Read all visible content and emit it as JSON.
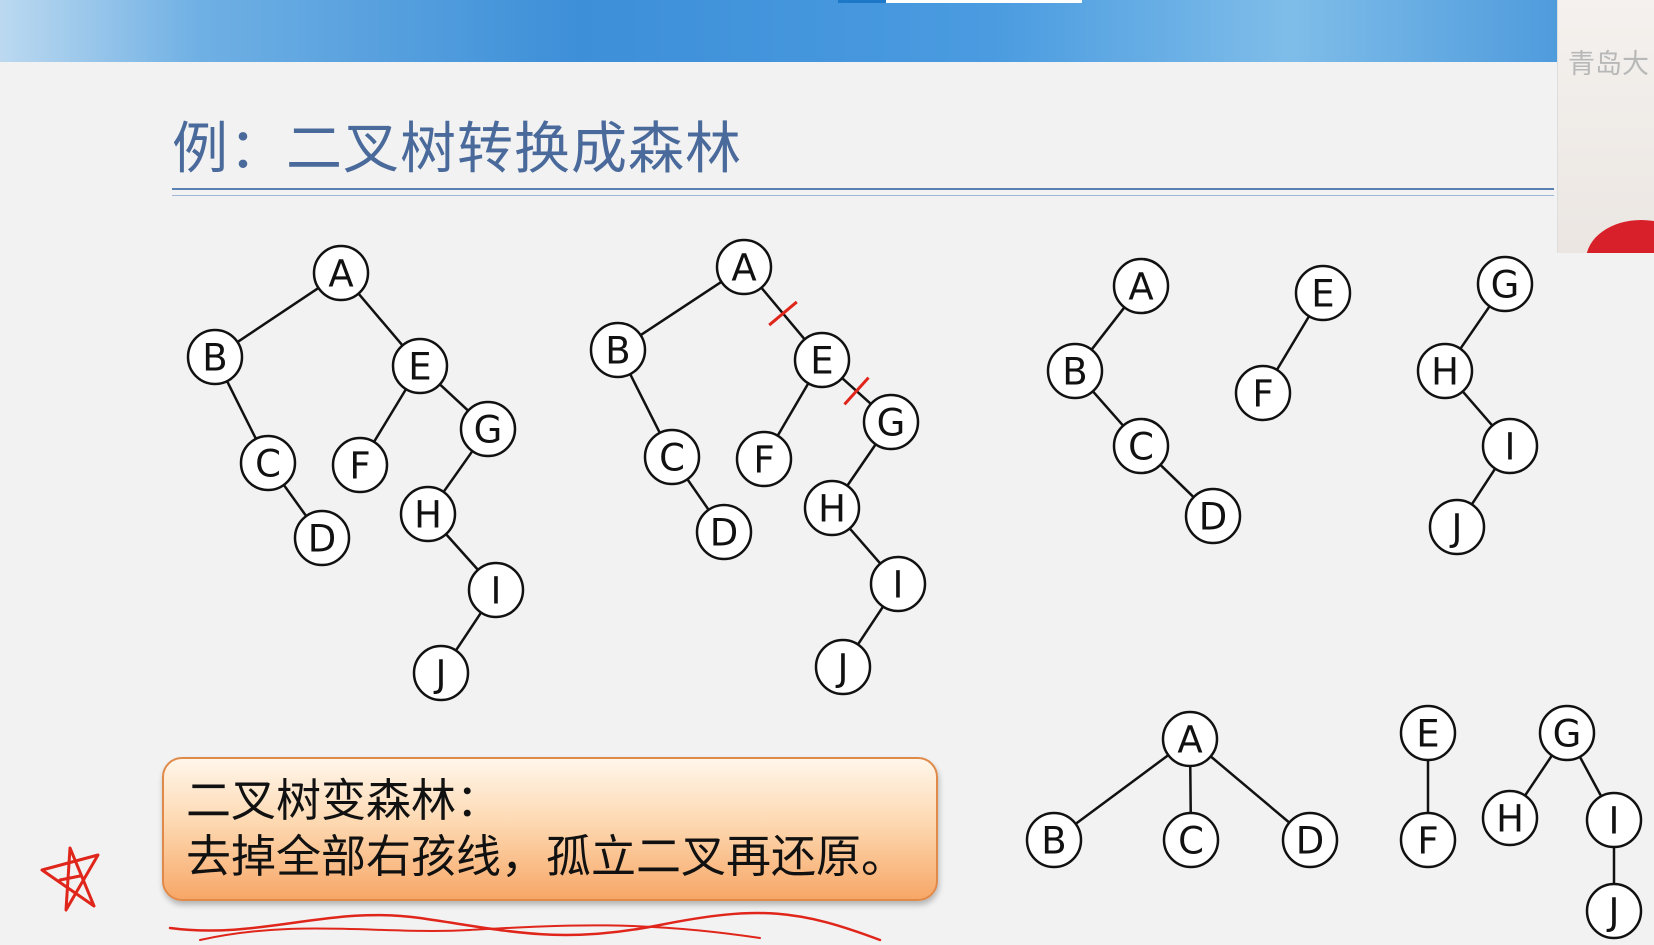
{
  "slide": {
    "title": "例：二叉树转换成森林"
  },
  "trees": [
    {
      "nodes": [
        {
          "id": "A",
          "label": "A"
        },
        {
          "id": "B",
          "label": "B"
        },
        {
          "id": "C",
          "label": "C"
        },
        {
          "id": "D",
          "label": "D"
        },
        {
          "id": "E",
          "label": "E"
        },
        {
          "id": "F",
          "label": "F"
        },
        {
          "id": "G",
          "label": "G"
        },
        {
          "id": "H",
          "label": "H"
        },
        {
          "id": "I",
          "label": "I"
        },
        {
          "id": "J",
          "label": "J"
        }
      ],
      "edges": [
        [
          "A",
          "B"
        ],
        [
          "A",
          "E"
        ],
        [
          "B",
          "C"
        ],
        [
          "C",
          "D"
        ],
        [
          "E",
          "F"
        ],
        [
          "E",
          "G"
        ],
        [
          "G",
          "H"
        ],
        [
          "H",
          "I"
        ],
        [
          "I",
          "J"
        ]
      ]
    },
    {
      "nodes": [
        {
          "id": "A",
          "label": "A"
        },
        {
          "id": "B",
          "label": "B"
        },
        {
          "id": "C",
          "label": "C"
        },
        {
          "id": "D",
          "label": "D"
        },
        {
          "id": "E",
          "label": "E"
        },
        {
          "id": "F",
          "label": "F"
        },
        {
          "id": "G",
          "label": "G"
        },
        {
          "id": "H",
          "label": "H"
        },
        {
          "id": "I",
          "label": "I"
        },
        {
          "id": "J",
          "label": "J"
        }
      ],
      "edges": [
        [
          "A",
          "B"
        ],
        [
          "A",
          "E"
        ],
        [
          "B",
          "C"
        ],
        [
          "C",
          "D"
        ],
        [
          "E",
          "F"
        ],
        [
          "E",
          "G"
        ],
        [
          "G",
          "H"
        ],
        [
          "H",
          "I"
        ],
        [
          "I",
          "J"
        ]
      ],
      "cut_edges": [
        [
          "A",
          "E"
        ],
        [
          "E",
          "G"
        ]
      ]
    },
    {
      "nodes": [
        {
          "id": "A",
          "label": "A"
        },
        {
          "id": "B",
          "label": "B"
        },
        {
          "id": "C",
          "label": "C"
        },
        {
          "id": "D",
          "label": "D"
        },
        {
          "id": "E",
          "label": "E"
        },
        {
          "id": "F",
          "label": "F"
        },
        {
          "id": "G",
          "label": "G"
        },
        {
          "id": "H",
          "label": "H"
        },
        {
          "id": "I",
          "label": "I"
        },
        {
          "id": "J",
          "label": "J"
        }
      ],
      "edges": [
        [
          "A",
          "B"
        ],
        [
          "B",
          "C"
        ],
        [
          "C",
          "D"
        ],
        [
          "E",
          "F"
        ],
        [
          "G",
          "H"
        ],
        [
          "H",
          "I"
        ],
        [
          "I",
          "J"
        ]
      ]
    },
    {
      "nodes": [
        {
          "id": "A",
          "label": "A"
        },
        {
          "id": "B",
          "label": "B"
        },
        {
          "id": "C",
          "label": "C"
        },
        {
          "id": "D",
          "label": "D"
        },
        {
          "id": "E",
          "label": "E"
        },
        {
          "id": "F",
          "label": "F"
        },
        {
          "id": "G",
          "label": "G"
        },
        {
          "id": "H",
          "label": "H"
        },
        {
          "id": "I",
          "label": "I"
        },
        {
          "id": "J",
          "label": "J"
        }
      ],
      "edges": [
        [
          "A",
          "B"
        ],
        [
          "A",
          "C"
        ],
        [
          "A",
          "D"
        ],
        [
          "E",
          "F"
        ],
        [
          "G",
          "H"
        ],
        [
          "G",
          "I"
        ],
        [
          "I",
          "J"
        ]
      ]
    }
  ],
  "callout": {
    "line1": "二叉树变森林：",
    "line2": "去掉全部右孩线，孤立二叉再还原。"
  },
  "webcam": {
    "watermark": "青岛大"
  },
  "colors": {
    "title": "#4a6a9b",
    "cut_mark": "#e0251b",
    "annotation_ink": "#e0251b",
    "callout_border": "#e08a4a"
  }
}
